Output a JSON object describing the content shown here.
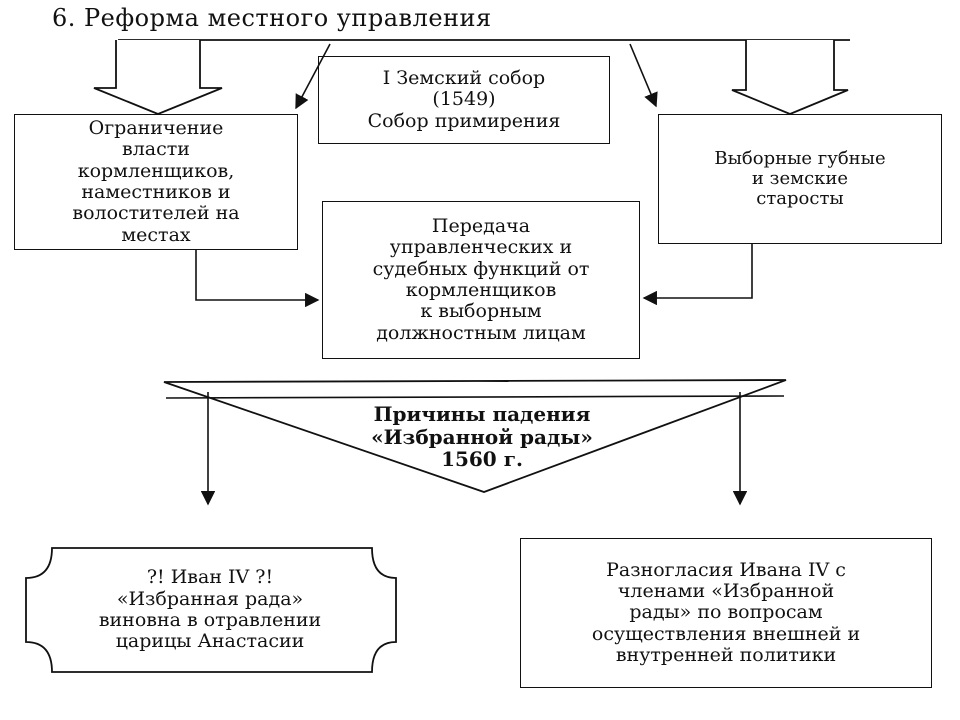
{
  "title": "6. Реформа местного управления",
  "boxes": {
    "zemsky_sobor": [
      "I Земский собор",
      "(1549)",
      "Собор примирения"
    ],
    "limitation": [
      "Ограничение",
      "власти",
      "кормленщиков,",
      "наместников и",
      "волостителей на",
      "местах"
    ],
    "elders": [
      "Выборные губные",
      "и земские",
      "старосты"
    ],
    "transfer": [
      "Передача",
      "управленческих и",
      "судебных функций от",
      "кормленщиков",
      "к выборным",
      "должностным лицам"
    ],
    "fall_causes": [
      "Причины падения",
      "«Избранной рады»",
      "1560 г."
    ],
    "ivan_poisoning": [
      "?! Иван IV ?!",
      "«Избранная рада»",
      "виновна в отравлении",
      "царицы Анастасии"
    ],
    "disagreements": [
      "Разногласия Ивана IV с",
      "членами «Избранной",
      "рады» по вопросам",
      "осуществления внешней и",
      "внутренней политики"
    ]
  }
}
